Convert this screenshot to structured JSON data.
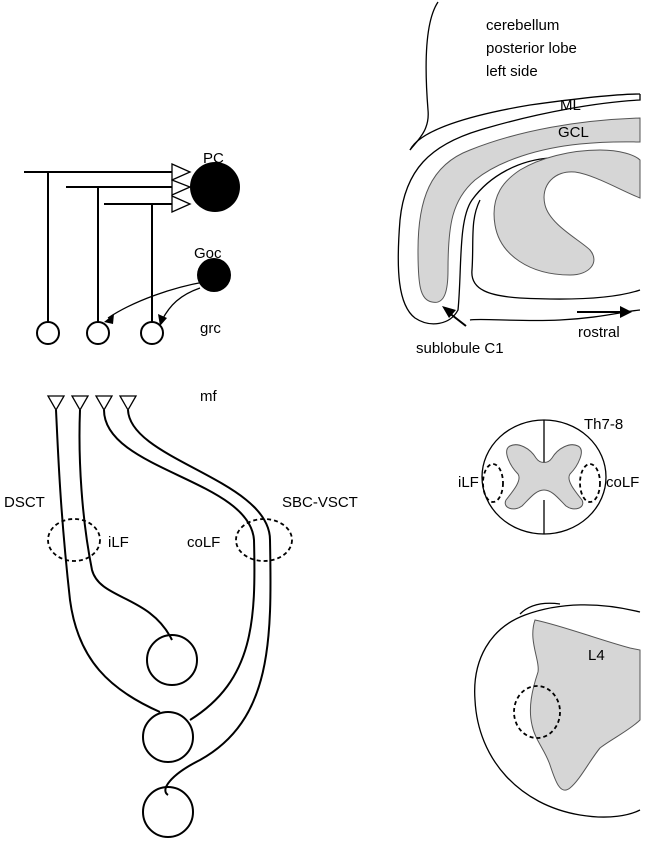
{
  "circuit": {
    "pc_label": "PC",
    "goc_label": "Goc",
    "grc_label": "grc",
    "mf_label": "mf",
    "dsct_label": "DSCT",
    "ilf_label": "iLF",
    "colf_label": "coLF",
    "sbc_vsct_label": "SBC-VSCT"
  },
  "cerebellum": {
    "title_line1": "cerebellum",
    "title_line2": "posterior lobe",
    "title_line3": "left side",
    "ml_label": "ML",
    "gcl_label": "GCL",
    "sublobule_label": "sublobule C1",
    "rostral_label": "rostral"
  },
  "spinal_th": {
    "level_label": "Th7-8",
    "ilf_label": "iLF",
    "colf_label": "coLF"
  },
  "spinal_l4": {
    "level_label": "L4"
  },
  "colors": {
    "ink": "#000000",
    "gray_matter": "#d6d6d6"
  }
}
